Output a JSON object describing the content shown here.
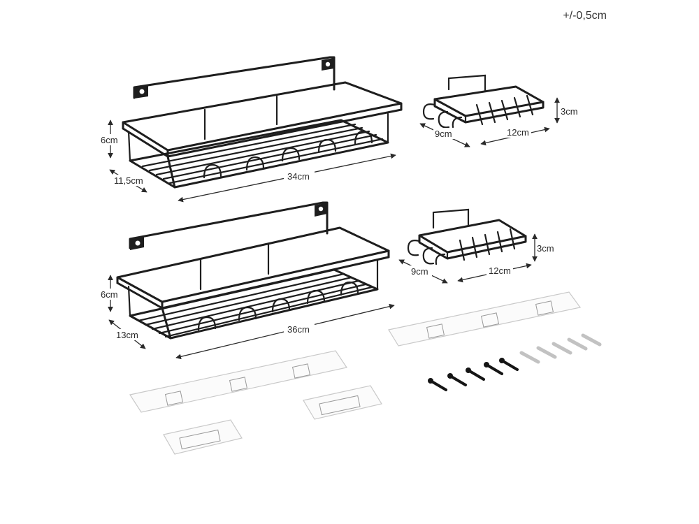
{
  "tolerance": "+/-0,5cm",
  "shelf_small": {
    "height": "6cm",
    "depth": "11,5cm",
    "width": "34cm"
  },
  "shelf_large": {
    "height": "6cm",
    "depth": "13cm",
    "width": "36cm"
  },
  "soap_dish_top": {
    "height": "3cm",
    "depth": "9cm",
    "width": "12cm"
  },
  "soap_dish_bottom": {
    "height": "3cm",
    "depth": "9cm",
    "width": "12cm"
  },
  "colors": {
    "metal": "#1e1e1e",
    "pad": "#fbfbfb",
    "anchor": "#c2c2c2"
  }
}
